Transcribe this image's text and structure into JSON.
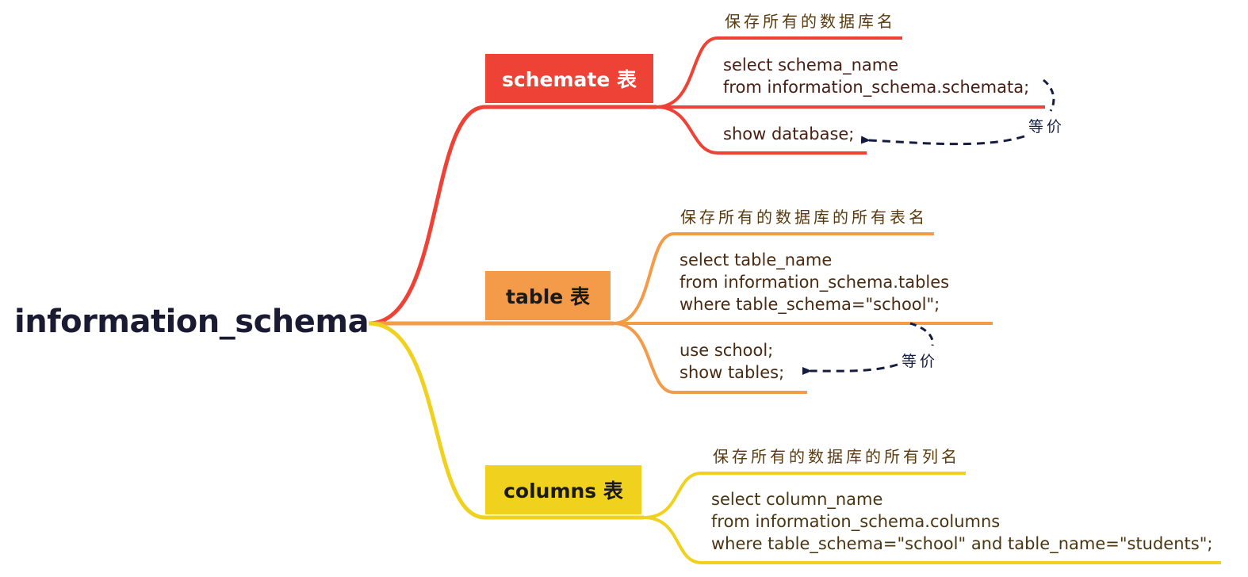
{
  "root": {
    "label": "information_schema"
  },
  "colors": {
    "red": "#ef4236",
    "orange": "#f39b48",
    "yellow": "#f0d11e",
    "arrow": "#151c3d"
  },
  "branches": [
    {
      "label": "schemate 表",
      "color": "red",
      "description": "保存所有的数据库名",
      "query": "select schema_name\nfrom information_schema.schemata;",
      "alternative": "show database;",
      "equivalence_label": "等价"
    },
    {
      "label": "table 表",
      "color": "orange",
      "description": "保存所有的数据库的所有表名",
      "query": "select table_name\nfrom information_schema.tables\nwhere table_schema=\"school\";",
      "alternative": "use school;\nshow tables;",
      "equivalence_label": "等价"
    },
    {
      "label": "columns 表",
      "color": "yellow",
      "description": "保存所有的数据库的所有列名",
      "query": "select column_name\nfrom information_schema.columns\nwhere table_schema=\"school\" and table_name=\"students\";"
    }
  ]
}
